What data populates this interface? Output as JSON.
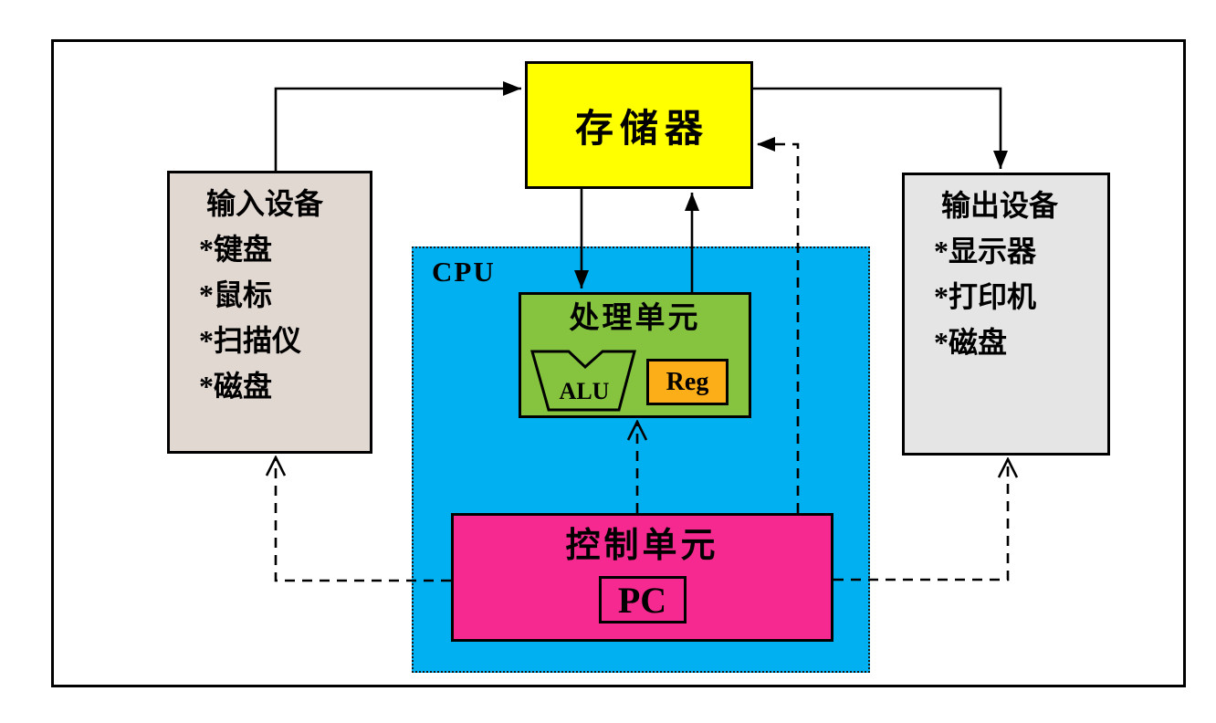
{
  "diagram": {
    "memory": {
      "label": "存储器",
      "color": "#FFFF00"
    },
    "cpu": {
      "label": "CPU",
      "color": "#00B0F0",
      "processing_unit": {
        "label": "处理单元",
        "color": "#86C440",
        "alu": {
          "label": "ALU"
        },
        "reg": {
          "label": "Reg",
          "color": "#FBAE17"
        }
      },
      "control_unit": {
        "label": "控制单元",
        "color": "#F5298F",
        "pc": {
          "label": "PC"
        }
      }
    },
    "input_device": {
      "title": "输入设备",
      "color": "#E2D8D2",
      "items": [
        "*键盘",
        "*鼠标",
        "*扫描仪",
        "*磁盘"
      ]
    },
    "output_device": {
      "title": "输出设备",
      "color": "#E5E5E5",
      "items": [
        "*显示器",
        "*打印机",
        "*磁盘"
      ]
    },
    "connections": [
      {
        "from": "input_device",
        "to": "memory",
        "style": "solid"
      },
      {
        "from": "memory",
        "to": "output_device",
        "style": "solid"
      },
      {
        "from": "memory",
        "to": "processing_unit",
        "style": "solid"
      },
      {
        "from": "processing_unit",
        "to": "memory",
        "style": "solid"
      },
      {
        "from": "control_unit",
        "to": "input_device",
        "style": "dashed"
      },
      {
        "from": "control_unit",
        "to": "output_device",
        "style": "dashed"
      },
      {
        "from": "control_unit",
        "to": "processing_unit",
        "style": "dashed"
      },
      {
        "from": "control_unit",
        "to": "memory",
        "style": "dashed"
      }
    ]
  }
}
